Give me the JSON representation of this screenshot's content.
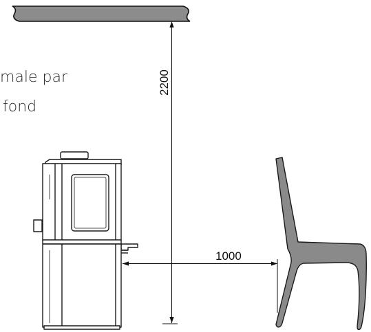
{
  "drawing": {
    "clearance_text": {
      "line1": "male par",
      "line2": "fond"
    },
    "dimensions": {
      "ceiling_height": "2200",
      "front_distance": "1000"
    },
    "colors": {
      "chair_fill": "#8a8a8a",
      "ceiling_fill": "#8c8c8c",
      "outline": "#1a1a1a",
      "stove_fill": "#ffffff"
    }
  }
}
